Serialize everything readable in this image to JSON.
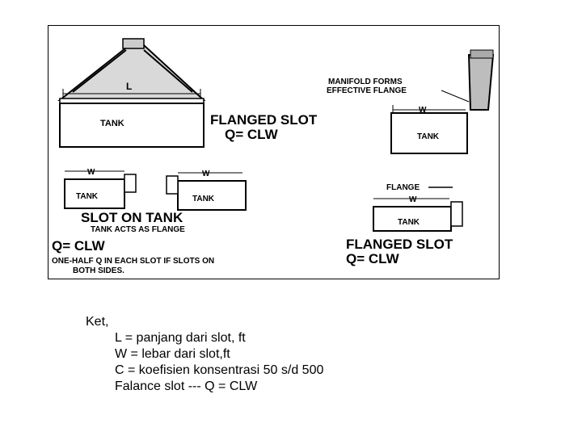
{
  "figure": {
    "top_left": {
      "dim_label": "L",
      "tank_label": "TANK",
      "title_line1": "FLANGED SLOT",
      "title_line2": "Q= CLW"
    },
    "top_right": {
      "callout_line1": "MANIFOLD FORMS",
      "callout_line2": "EFFECTIVE FLANGE",
      "dim_label": "W",
      "tank_label": "TANK"
    },
    "middle_left": {
      "left_dim": "W",
      "left_tank": "TANK",
      "right_dim": "W",
      "right_tank": "TANK",
      "title": "SLOT ON TANK",
      "subtitle": "TANK ACTS AS FLANGE",
      "formula": "Q= CLW",
      "note_line1": "ONE-HALF Q IN EACH SLOT IF SLOTS ON",
      "note_line2": "BOTH SIDES."
    },
    "bottom_right": {
      "flange_label": "FLANGE",
      "dim_label": "W",
      "tank_label": "TANK",
      "title_line1": "FLANGED SLOT",
      "title_line2": "Q= CLW"
    }
  },
  "notes": {
    "heading": "Ket,",
    "lines": [
      "L = panjang dari slot, ft",
      "W = lebar dari slot,ft",
      "C =  koefisien konsentrasi 50 s/d  500",
      "Falance slot --- Q = CLW"
    ]
  }
}
